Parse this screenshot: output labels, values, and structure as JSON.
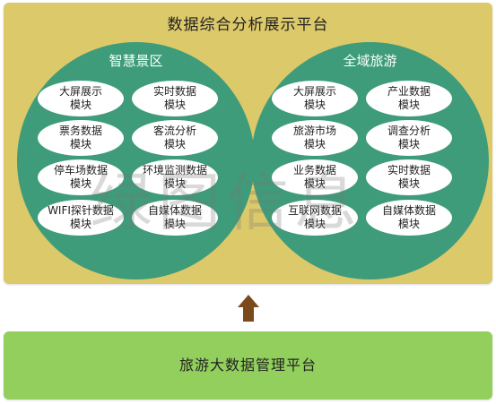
{
  "top_panel": {
    "title": "数据综合分析展示平台",
    "left_circle": {
      "title": "智慧景区",
      "modules": [
        "大屏展示\n模块",
        "实时数据\n模块",
        "票务数据\n模块",
        "客流分析\n模块",
        "停车场数据\n模块",
        "环境监测数据\n模块",
        "WIFI探针数据\n模块",
        "自媒体数据\n模块"
      ]
    },
    "right_circle": {
      "title": "全域旅游",
      "modules": [
        "大屏展示\n模块",
        "产业数据\n模块",
        "旅游市场\n模块",
        "调查分析\n模块",
        "业务数据\n模块",
        "实时数据\n模块",
        "互联网数据\n模块",
        "自媒体数据\n模块"
      ]
    }
  },
  "bottom_panel": {
    "title": "旅游大数据管理平台"
  },
  "watermark": "绿图信息",
  "colors": {
    "top_panel": "#dcc96a",
    "circle": "#3e9c7b",
    "bottom_panel": "#92cf5c",
    "arrow": "#7b4a1c"
  }
}
